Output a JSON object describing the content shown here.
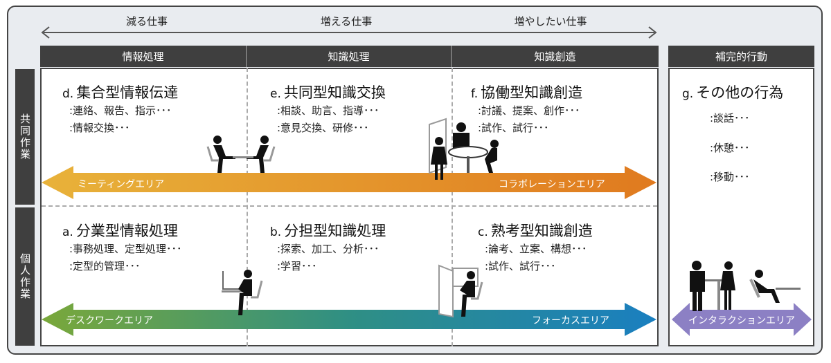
{
  "top_axis": {
    "labels": [
      "減る仕事",
      "増える仕事",
      "増やしたい仕事"
    ]
  },
  "headers": [
    "情報処理",
    "知識処理",
    "知識創造"
  ],
  "supplementary_header": "補完的行動",
  "rows": [
    "共同作業",
    "個人作業"
  ],
  "cells": {
    "d": {
      "letter": "d.",
      "title": "集合型情報伝達",
      "items": [
        ":連絡、報告、指示･･･",
        ":情報交換･･･"
      ]
    },
    "e": {
      "letter": "e.",
      "title": "共同型知識交換",
      "items": [
        ":相談、助言、指導･･･",
        ":意見交換、研修･･･"
      ]
    },
    "f": {
      "letter": "f.",
      "title": "協働型知識創造",
      "items": [
        ":討議、提案、創作･･･",
        ":試作、試行･･･"
      ]
    },
    "a": {
      "letter": "a.",
      "title": "分業型情報処理",
      "items": [
        ":事務処理、定型処理･･･",
        ":定型的管理･･･"
      ]
    },
    "b": {
      "letter": "b.",
      "title": "分担型知識処理",
      "items": [
        ":探索、加工、分析･･･",
        ":学習･･･"
      ]
    },
    "c": {
      "letter": "c.",
      "title": "熟考型知識創造",
      "items": [
        ":論考、立案、構想･･･",
        ":試作、試行･･･"
      ]
    },
    "g": {
      "letter": "g.",
      "title": "その他の行為",
      "items": [
        ":談話･･･",
        ":休憩･･･",
        ":移動･･･"
      ]
    }
  },
  "areas": {
    "meeting": "ミーティングエリア",
    "collaboration": "コラボレーションエリア",
    "deskwork": "デスクワークエリア",
    "focus": "フォーカスエリア",
    "interaction": "インタラクションエリア"
  },
  "colors": {
    "header_bg": "#3f3f3f",
    "frame_bg": "#e9ecf0",
    "orange_start": "#e8b23a",
    "orange_end": "#e07a1f",
    "green_start": "#7aa83a",
    "blue_end": "#1a7fc0",
    "purple": "#8c80c4"
  }
}
